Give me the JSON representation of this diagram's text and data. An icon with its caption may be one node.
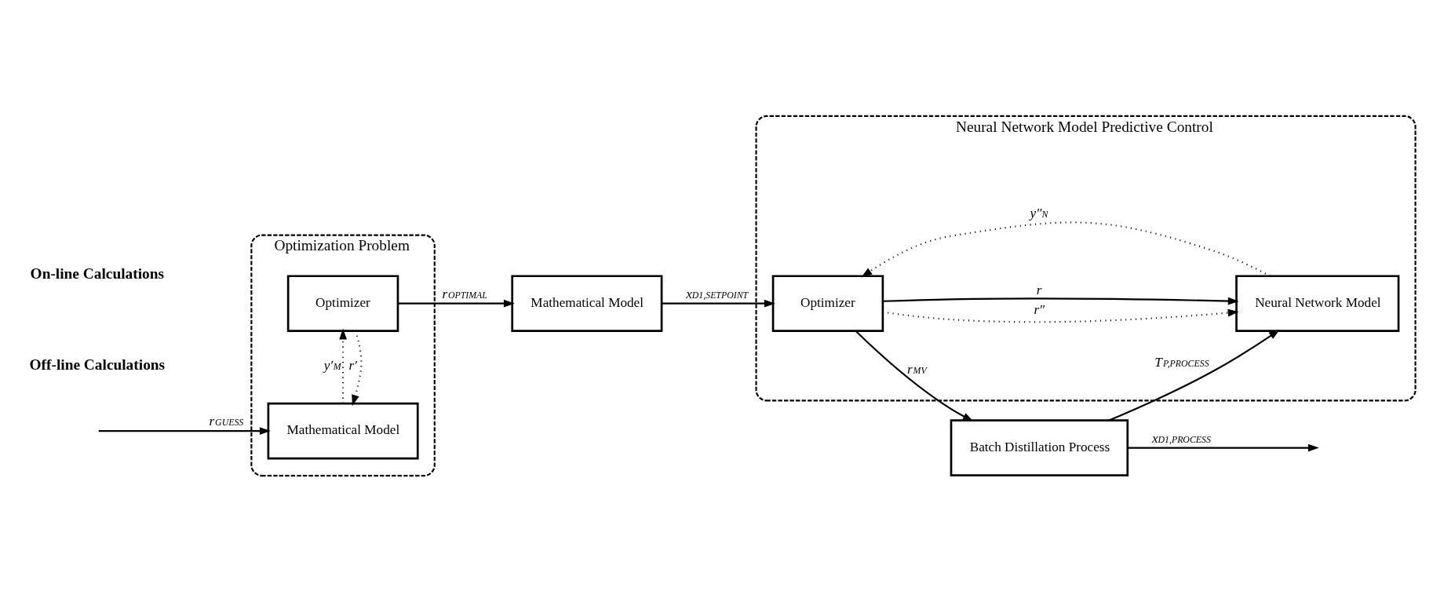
{
  "diagram": {
    "nodes": [
      {
        "text": [
          "Optimization Problem"
        ]
      },
      {
        "text": [
          "Optimizer"
        ],
        "in": 0
      },
      {
        "text": [
          "Mathematical Model"
        ],
        "in": 0
      },
      {
        "text": [
          "Mathematical Model"
        ]
      },
      {
        "text": [
          "Neural Network Model Predictive Control"
        ]
      },
      {
        "text": [
          "Optimizer"
        ],
        "in": 4
      },
      {
        "text": [
          "Neural Network Model"
        ],
        "in": 4
      },
      {
        "text": [
          "Batch Distillation Process"
        ]
      }
    ],
    "edges": [
      {
        "from": null,
        "to": 2,
        "arrow": "to",
        "label": "r$_{GUESS}$"
      },
      {
        "from": 1,
        "to": 2,
        "arrow": "to",
        "label": "r′",
        "style": "dashed"
      },
      {
        "from": 2,
        "to": 1,
        "arrow": "to",
        "label": "y′$_{M}$",
        "style": "dashed"
      },
      {
        "from": 1,
        "to": 3,
        "arrow": "to",
        "label": "r$_{OPTIMAL}$"
      },
      {
        "from": 3,
        "to": 5,
        "arrow": "to",
        "label": "x$_{D1,SETPOINT}$"
      },
      {
        "from": 5,
        "to": 6,
        "arrow": "to",
        "label": "r″",
        "style": "dashed"
      },
      {
        "from": 6,
        "to": 5,
        "arrow": "to",
        "label": "y″$_{N}$",
        "style": "dashed"
      },
      {
        "from": 5,
        "to": 6,
        "arrow": "to",
        "label": "r"
      },
      {
        "from": 5,
        "to": 7,
        "arrow": "to",
        "label": "r$_{MV}$"
      },
      {
        "from": 7,
        "to": 6,
        "arrow": "to",
        "label": "T$_{P,PROCESS}$"
      },
      {
        "from": 7,
        "to": null,
        "arrow": "to",
        "label": "x$_{D1,PROCESS}$"
      }
    ],
    "labels": [
      "Off-line Calculations",
      "On-line Calculations"
    ]
  }
}
